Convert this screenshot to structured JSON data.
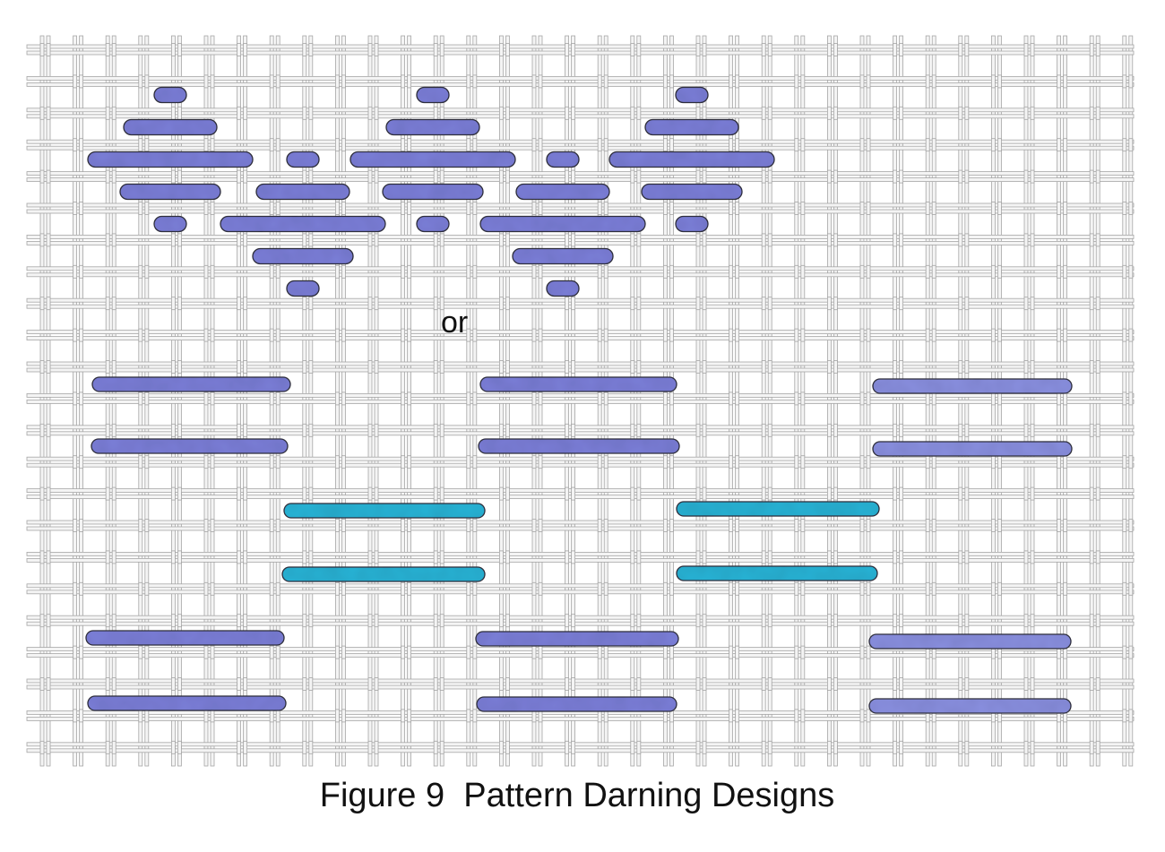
{
  "figure": {
    "caption": "Figure 9  Pattern Darning Designs",
    "connector_word": "or"
  },
  "colors": {
    "background": "#ffffff",
    "grid_thread_outline": "#a6a6a6",
    "grid_thread_fill": "#f4f4f4",
    "stitch_purple": "#7b7fd8",
    "stitch_purple_light": "#8a90e0",
    "stitch_turquoise": "#2ab3d6",
    "stitch_outline": "#333340"
  },
  "designs": [
    {
      "name": "diamond-pattern",
      "stitch_color": "stitch_purple"
    },
    {
      "name": "stripe-pattern",
      "stitch_colors": [
        "stitch_purple",
        "stitch_turquoise"
      ]
    }
  ]
}
